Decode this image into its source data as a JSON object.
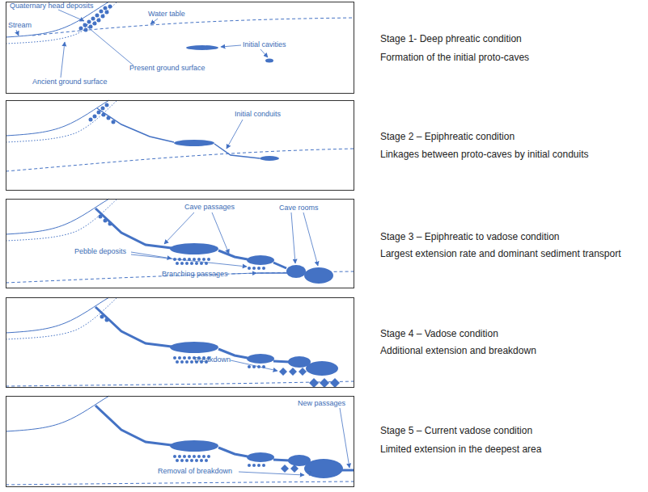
{
  "diagram": {
    "nodes": [
      {
        "text": [
          "Stage 1- Deep phreatic condition",
          "Formation of the initial proto-caves"
        ]
      },
      {
        "text": [
          "Stage 2 – Epiphreatic condition",
          "Linkages between proto-caves by initial conduits"
        ]
      },
      {
        "text": [
          "Stage 3 – Epiphreatic to vadose condition",
          "Largest extension rate and dominant sediment transport"
        ]
      },
      {
        "text": [
          "Stage 4 – Vadose condition",
          "Additional extension and breakdown"
        ]
      },
      {
        "text": [
          "Stage 5 – Current vadose condition",
          "Limited extension in the deepest area"
        ]
      }
    ],
    "edges": [],
    "labels": [
      "Quaternary head deposits",
      "Water table",
      "Initial cavities",
      "Stream",
      "Present ground surface",
      "Ancient ground surface",
      "Initial conduits",
      "Cave passages",
      "Cave rooms",
      "Pebble deposits",
      "Branching passages",
      "Breakdown",
      "New passages",
      "Removal of breakdown",
      "?"
    ]
  }
}
